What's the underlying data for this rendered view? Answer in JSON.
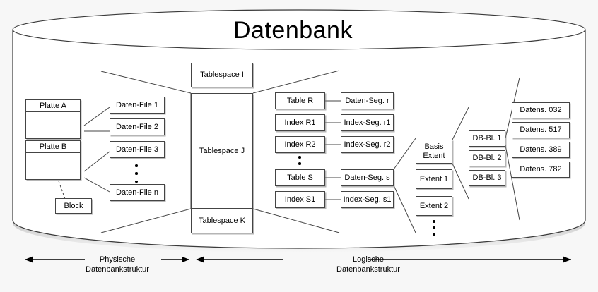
{
  "diagram": {
    "title": "Datenbank",
    "cylinder_label": "database-cylinder"
  },
  "physical": {
    "disks": [
      {
        "label": "Platte A",
        "icon": "disk-platter-icon"
      },
      {
        "label": "Platte B",
        "icon": "disk-platter-icon"
      }
    ],
    "block": "Block",
    "data_files": [
      "Daten-File 1",
      "Daten-File 2",
      "Daten-File 3",
      "Daten-File n"
    ],
    "ellipsis": "vertical-ellipsis"
  },
  "tablespaces": [
    "Tablespace I",
    "Tablespace J",
    "Tablespace K"
  ],
  "objects": [
    "Table R",
    "Index R1",
    "Index R2",
    "Table S",
    "Index S1"
  ],
  "segments": [
    "Daten-Seg. r",
    "Index-Seg. r1",
    "Index-Seg. r2",
    "Daten-Seg. s",
    "Index-Seg. s1"
  ],
  "extents": [
    "Basis Extent",
    "Extent 1",
    "Extent 2"
  ],
  "extent_basis_lines": [
    "Basis",
    "Extent"
  ],
  "db_blocks": [
    "DB-Bl. 1",
    "DB-Bl. 2",
    "DB-Bl. 3"
  ],
  "records": [
    "Datens. 032",
    "Datens. 517",
    "Datens. 389",
    "Datens. 782"
  ],
  "legend": {
    "physical_line1": "Physische",
    "physical_line2": "Datenbankstruktur",
    "logical_line1": "Logische",
    "logical_line2": "Datenbankstruktur"
  },
  "colors": {
    "stroke": "#444444",
    "text": "#000000",
    "background": "#f7f7f7",
    "box_fill": "#ffffff"
  }
}
